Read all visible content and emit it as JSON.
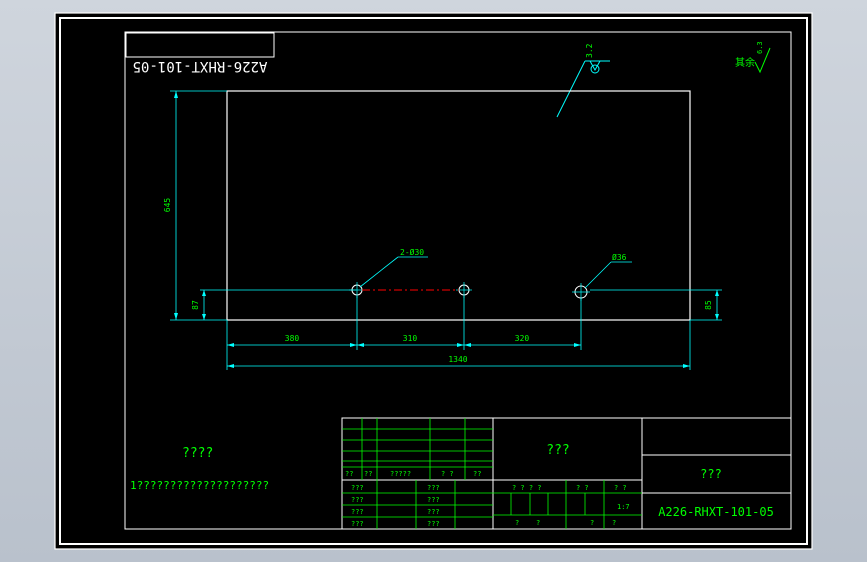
{
  "drawing": {
    "mirrored_code": "A226-RHXT-101-05",
    "roughness_note": "其余",
    "roughness_value": "6.3",
    "surface_mark": "3.2"
  },
  "dimensions": {
    "height_main": "645",
    "height_left": "87",
    "height_right": "85",
    "seg1": "380",
    "seg2": "310",
    "seg3": "320",
    "total": "1340",
    "hole_pair": "2-Ø30",
    "hole_single": "Ø36"
  },
  "notes": {
    "title": "????",
    "item": "1????????????????????"
  },
  "title_block": {
    "header_row": [
      "??",
      "??",
      "?????",
      "? ?",
      "??"
    ],
    "rows_left": [
      [
        "???",
        "???"
      ],
      [
        "???",
        "???"
      ],
      [
        "???",
        "???"
      ],
      [
        "???",
        "???"
      ]
    ],
    "part_name": "???",
    "stage_header": [
      "? ? ? ?",
      "? ?",
      "? ?"
    ],
    "scale": "1:7",
    "bottom_row": [
      "?",
      "?",
      "?",
      "?"
    ],
    "company": "???",
    "drawing_number": "A226-RHXT-101-05"
  },
  "colors": {
    "background": "#000000",
    "frame": "#ffffff",
    "dimension": "#00ffff",
    "text": "#00ff00",
    "center_line": "#ff0000"
  }
}
